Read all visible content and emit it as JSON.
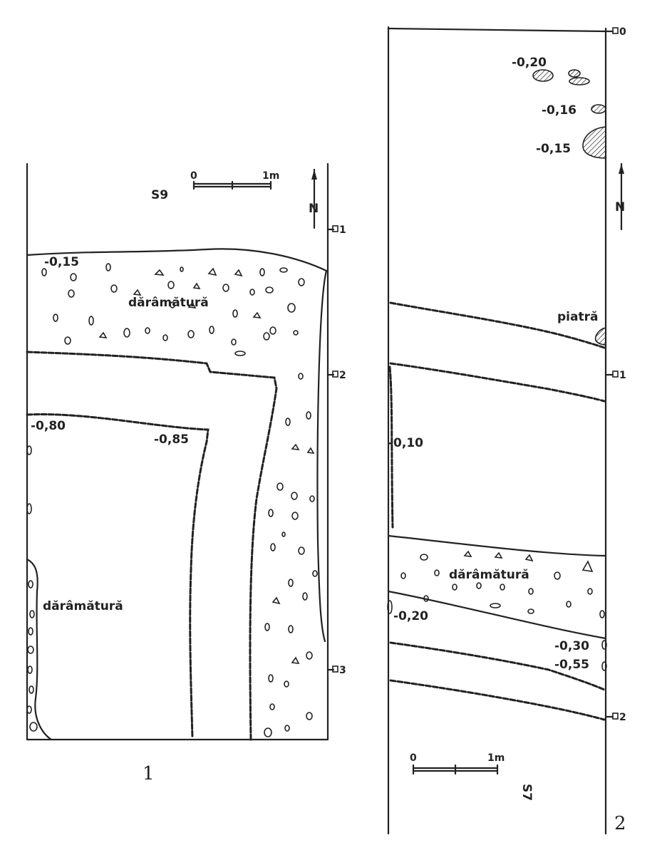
{
  "plan1": {
    "trench": "S9",
    "scale": {
      "zero": "0",
      "one": "1m"
    },
    "north": "N",
    "grid_markers": [
      "1",
      "2",
      "3"
    ],
    "depths": [
      "-0,15",
      "-0,80",
      "-0,85"
    ],
    "fill_labels": [
      "dărâmătură",
      "dărâmătură"
    ],
    "figure_number": "1"
  },
  "plan2": {
    "trench": "S7",
    "scale": {
      "zero": "0",
      "one": "1m"
    },
    "north": "N",
    "grid_markers": [
      "0",
      "1",
      "2"
    ],
    "depths": [
      "-0,20",
      "-0,16",
      "-0,15",
      "-0,10",
      "-0,20",
      "-0,30",
      "-0,55"
    ],
    "stone_label": "piatră",
    "fill_labels": [
      "dărâmătură"
    ],
    "figure_number": "2"
  },
  "colors": {
    "ink": "#222222",
    "paper": "#ffffff"
  }
}
